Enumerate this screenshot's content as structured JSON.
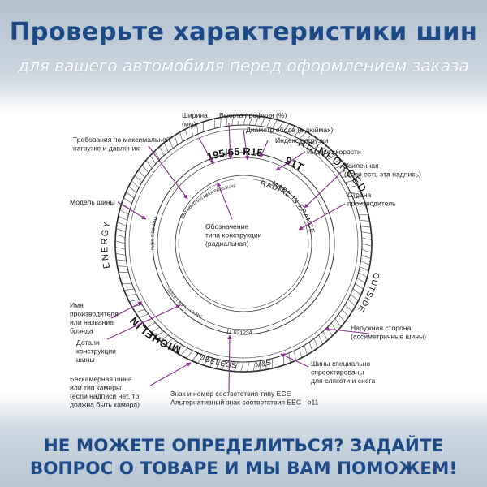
{
  "title": "Проверьте характеристики шин",
  "subtitle": "для вашего автомобиля перед оформлением заказа",
  "cta_line1": "НЕ МОЖЕТЕ ОПРЕДЕЛИТЬСЯ? ЗАДАЙТЕ",
  "cta_line2": "ВОПРОС О ТОВАРЕ И МЫ ВАМ ПОМОЖЕМ!",
  "tire": {
    "size": "195/65 R15",
    "index": "91T",
    "radial": "RADIAL",
    "reinforced": "REINFORCED",
    "made_in": "MADE IN FRANCE",
    "outside": "OUTSIDE",
    "ms": "M&S",
    "tubeless": "TUBELESS",
    "code": "11 021234",
    "brand": "MICHELIN",
    "model": "ENERGY",
    "max_load": "MAX LOAD 615 kg",
    "max_pressure": "MAX PRESSURE",
    "plies": "TREAD: PLIES 1 STEEL",
    "sidewall": "PLIES SIDE WALL"
  },
  "labels": {
    "width": [
      "Ширина",
      "(мм)"
    ],
    "profile": [
      "Высота профиля (%)"
    ],
    "rim": [
      "Диаметр обода (в дюймах)"
    ],
    "load_index": [
      "Индекс нагрузки"
    ],
    "speed_index": [
      "Индекс скорости"
    ],
    "load_req": [
      "Требования по максимальной",
      "нагрузке и давлению"
    ],
    "reinforced": [
      "Усиленная",
      "(если есть эта надпись)"
    ],
    "country": [
      "Страна",
      "производитель"
    ],
    "model": [
      "Модель шины"
    ],
    "construction": [
      "Обозначение",
      "типа конструкции",
      "(радиальная)"
    ],
    "manufacturer": [
      "Имя",
      "производителя",
      "или название",
      "брэнда"
    ],
    "details": [
      "Детали",
      "конструкции",
      "шины"
    ],
    "outer_side": [
      "Наружная сторона",
      "(ассиметричные шины)"
    ],
    "tubeless": [
      "Бескамерная шина",
      "или тип камеры",
      "(если надписи нет, то",
      "должна быть камера)"
    ],
    "mud_snow": [
      "Шины специально",
      "спроектированы",
      "для слякоти и снега"
    ],
    "ece": [
      "Знак и номер соответствия типу ECE",
      "Альтернативный знак соответствия EEC - e11"
    ]
  },
  "colors": {
    "accent": "#1d4a86",
    "pointer": "#8b2f8f"
  }
}
